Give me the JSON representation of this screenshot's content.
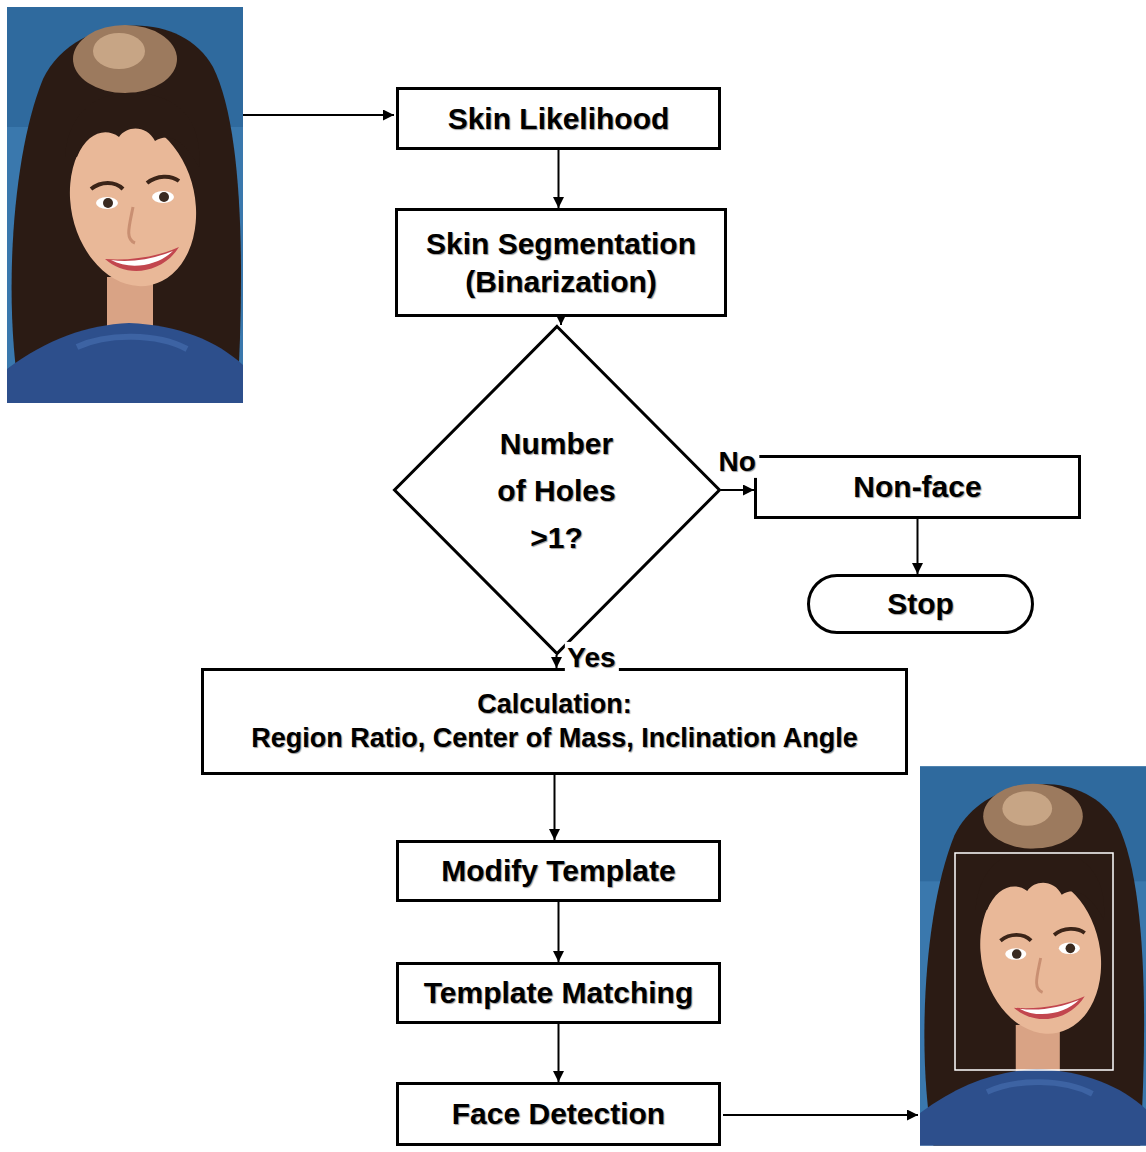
{
  "diagram": {
    "nodes": [
      {
        "text": [
          "Skin Likelihood"
        ]
      },
      {
        "text": [
          "Skin Segmentation (Binarization)"
        ]
      },
      {
        "text": [
          "Number of Holes >1?"
        ]
      },
      {
        "text": [
          "Non-face"
        ]
      },
      {
        "text": [
          "Stop"
        ]
      },
      {
        "text": [
          "Calculation:",
          "Region Ratio, Center of Mass, Inclination Angle"
        ]
      },
      {
        "text": [
          "Modify Template"
        ]
      },
      {
        "text": [
          "Template Matching"
        ]
      },
      {
        "text": [
          "Face Detection"
        ]
      }
    ],
    "edges": [
      {
        "from": 0,
        "to": 1,
        "arrow": "to"
      },
      {
        "from": 1,
        "to": 2,
        "arrow": "to"
      },
      {
        "from": 2,
        "to": 3,
        "label": "No",
        "arrow": "to"
      },
      {
        "from": 3,
        "to": 4,
        "arrow": "to"
      },
      {
        "from": 2,
        "to": 5,
        "label": "Yes",
        "arrow": "to"
      },
      {
        "from": 5,
        "to": 6,
        "arrow": "to"
      },
      {
        "from": 6,
        "to": 7,
        "arrow": "to"
      },
      {
        "from": 7,
        "to": 8,
        "arrow": "to"
      }
    ]
  }
}
